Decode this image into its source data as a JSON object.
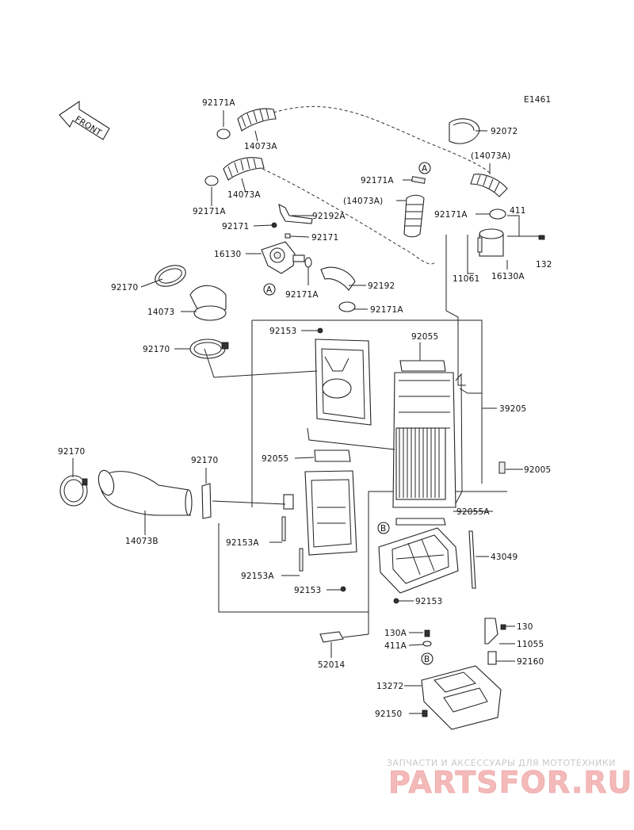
{
  "diagram_code": "E1461",
  "front_label": "FRONT",
  "callouts": [
    {
      "id": "c1",
      "text": "92171A"
    },
    {
      "id": "c2",
      "text": "14073A"
    },
    {
      "id": "c3",
      "text": "14073A"
    },
    {
      "id": "c4",
      "text": "92171A"
    },
    {
      "id": "c5",
      "text": "92171"
    },
    {
      "id": "c6",
      "text": "92192A"
    },
    {
      "id": "c7",
      "text": "92171"
    },
    {
      "id": "c8",
      "text": "16130"
    },
    {
      "id": "c9",
      "text": "92171A"
    },
    {
      "id": "c10",
      "text": "92192"
    },
    {
      "id": "c11",
      "text": "92170"
    },
    {
      "id": "c12",
      "text": "14073"
    },
    {
      "id": "c13",
      "text": "92171A"
    },
    {
      "id": "c14",
      "text": "92153"
    },
    {
      "id": "c15",
      "text": "92170"
    },
    {
      "id": "c16",
      "text": "92055"
    },
    {
      "id": "c17",
      "text": "39205"
    },
    {
      "id": "c18",
      "text": "92072"
    },
    {
      "id": "c19",
      "text": "(14073A)"
    },
    {
      "id": "c20",
      "text": "92171A"
    },
    {
      "id": "c21",
      "text": "(14073A)"
    },
    {
      "id": "c22",
      "text": "92171A"
    },
    {
      "id": "c23",
      "text": "411"
    },
    {
      "id": "c24",
      "text": "132"
    },
    {
      "id": "c25",
      "text": "11061"
    },
    {
      "id": "c26",
      "text": "16130A"
    },
    {
      "id": "c27",
      "text": "92170"
    },
    {
      "id": "c28",
      "text": "92170"
    },
    {
      "id": "c29",
      "text": "92055"
    },
    {
      "id": "c30",
      "text": "92005"
    },
    {
      "id": "c31",
      "text": "14073B"
    },
    {
      "id": "c32",
      "text": "92055A"
    },
    {
      "id": "c33",
      "text": "92153A"
    },
    {
      "id": "c34",
      "text": "43049"
    },
    {
      "id": "c35",
      "text": "92153A"
    },
    {
      "id": "c36",
      "text": "92153"
    },
    {
      "id": "c37",
      "text": "92153"
    },
    {
      "id": "c38",
      "text": "130"
    },
    {
      "id": "c39",
      "text": "130A"
    },
    {
      "id": "c40",
      "text": "11055"
    },
    {
      "id": "c41",
      "text": "411A"
    },
    {
      "id": "c42",
      "text": "92160"
    },
    {
      "id": "c43",
      "text": "52014"
    },
    {
      "id": "c44",
      "text": "13272"
    },
    {
      "id": "c45",
      "text": "92150"
    }
  ],
  "ref_markers": {
    "a1": "A",
    "a2": "A",
    "b1": "B",
    "b2": "B"
  },
  "watermark": {
    "line1": "ЗАПЧАСТИ И АКСЕССУАРЫ ДЛЯ МОТОТЕХНИКИ",
    "line2": "PARTSFOR.RU",
    "accent": "#e88f8f"
  }
}
